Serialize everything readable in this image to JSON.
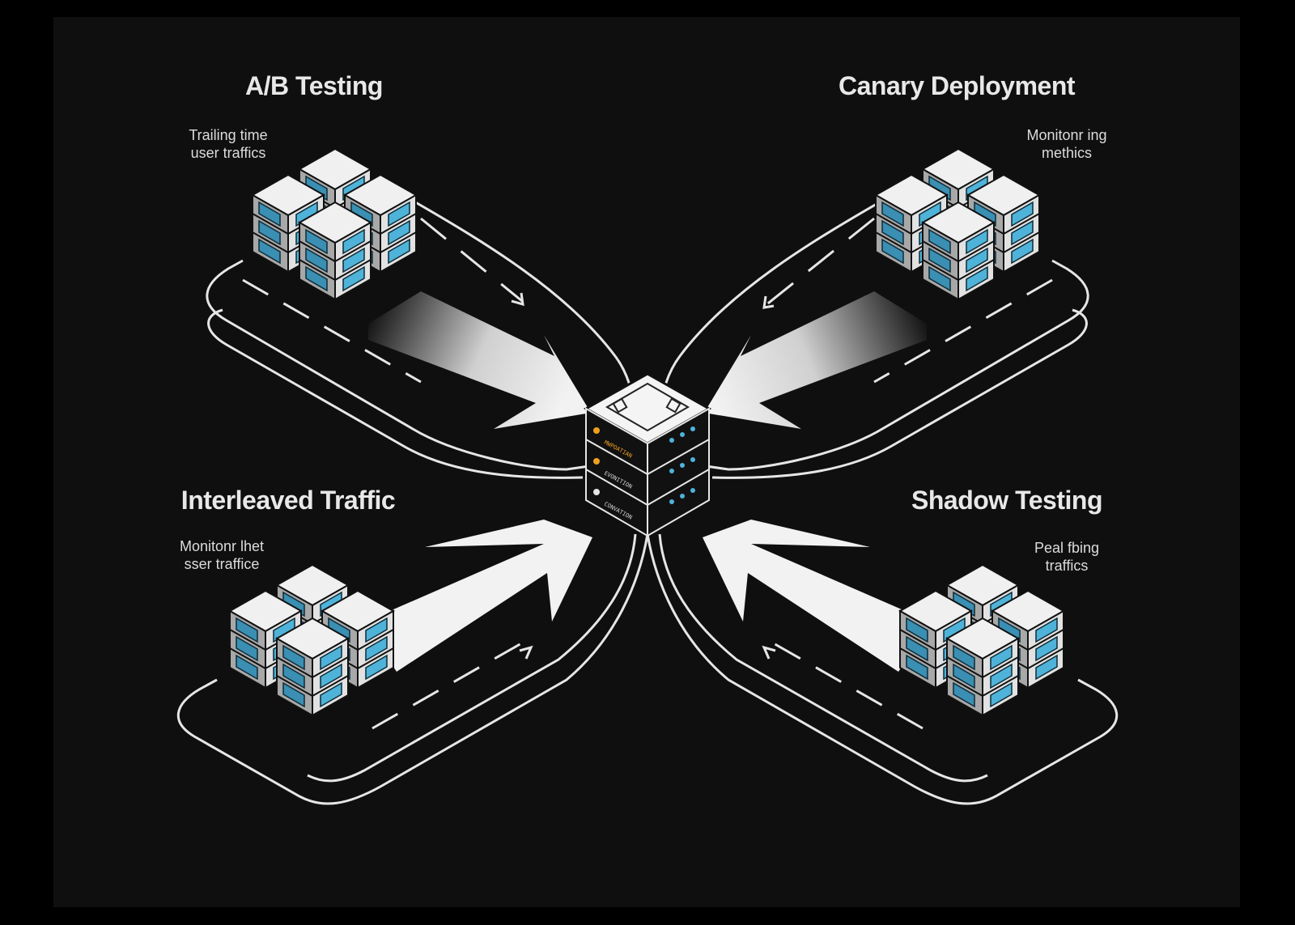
{
  "colors": {
    "background": "#0f0f0f",
    "frame": "#000000",
    "line": "#e6e6e6",
    "arrow": "#f2f2f2",
    "cube_face": "#ebebeb",
    "cube_shadow": "#9a9a9a",
    "accent_screen": "#4fb3d9",
    "status_amber": "#f0a020"
  },
  "quadrants": {
    "ab_testing": {
      "title": "A/B Testing",
      "subtitle_line1": "Trailing time",
      "subtitle_line2": "user traffics"
    },
    "canary": {
      "title": "Canary Deployment",
      "subtitle_line1": "Monitonr ing",
      "subtitle_line2": "methics"
    },
    "interleaved": {
      "title": "Interleaved Traffic",
      "subtitle_line1": "Monitonr lhet",
      "subtitle_line2": "sser traffice"
    },
    "shadow": {
      "title": "Shadow Testing",
      "subtitle_line1": "Peal fbing",
      "subtitle_line2": "traffics"
    }
  },
  "central_server": {
    "icon": "server-stack-icon",
    "slot_labels": [
      "MWPOATIAN",
      "EVONITION",
      "CONVATION"
    ]
  }
}
